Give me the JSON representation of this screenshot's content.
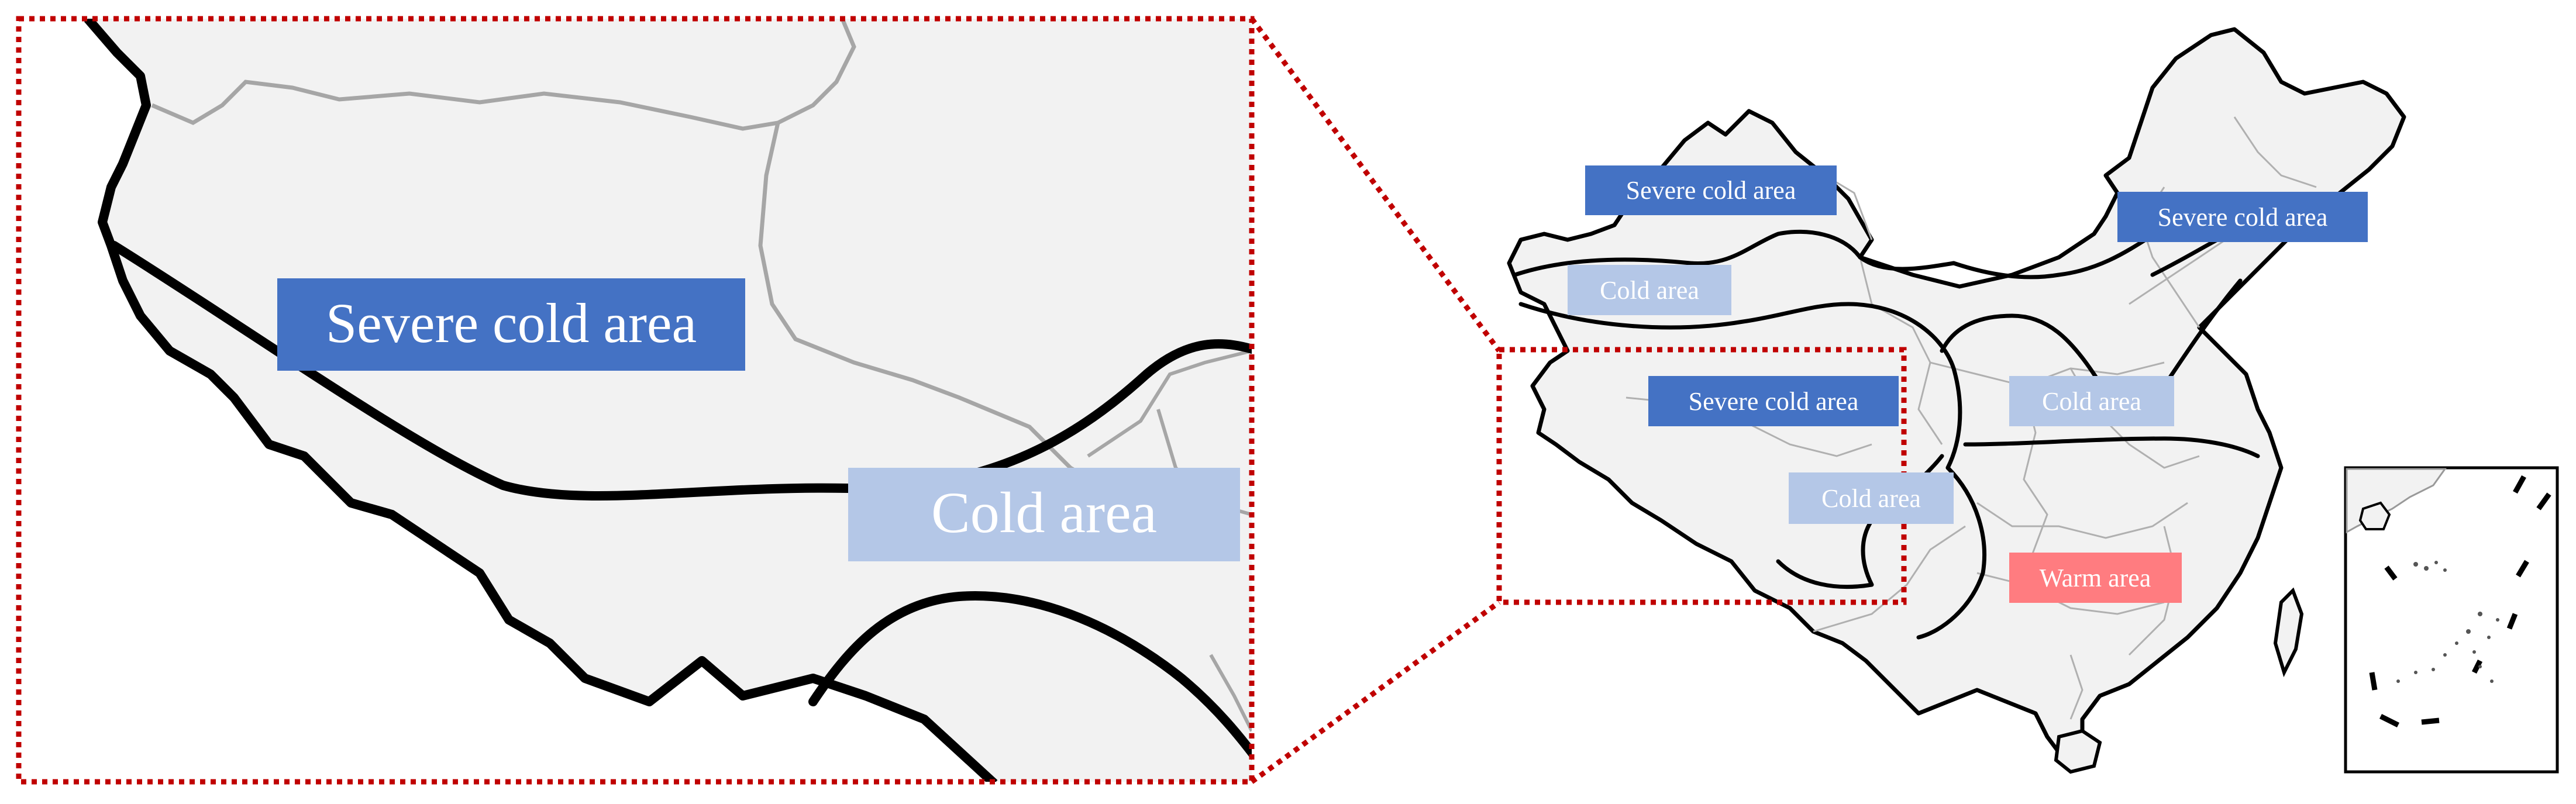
{
  "zoom_panel": {
    "labels": {
      "severe_cold": "Severe cold area",
      "cold": "Cold area"
    }
  },
  "main_map": {
    "labels": {
      "severe_cold_northwest": "Severe cold area",
      "severe_cold_northeast": "Severe cold area",
      "cold_northwest": "Cold area",
      "severe_cold_tibet": "Severe cold area",
      "cold_central": "Cold area",
      "cold_tibet": "Cold area",
      "warm": "Warm area"
    }
  },
  "colors": {
    "severe_cold": "#4472c4",
    "cold": "#b4c7e7",
    "warm": "#ff7c80",
    "land": "#f2f2f2",
    "zoom_frame": "#c00000"
  }
}
